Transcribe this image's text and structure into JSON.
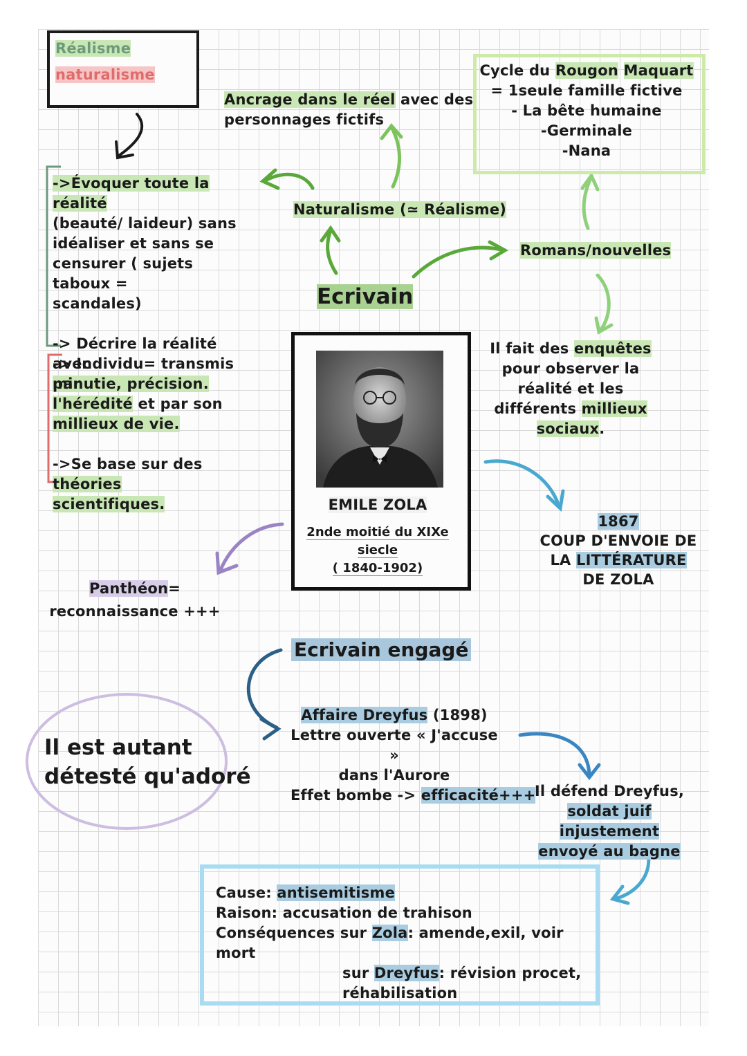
{
  "colors": {
    "green_highlight": "#c9e7b5",
    "blue_highlight": "#a9cce0",
    "red_highlight": "#f6c6c6",
    "green_arrow": "#5aa83a",
    "light_green_arrow": "#8fd07a",
    "blue_arrow": "#4aa8cf",
    "purple": "#9a84c4",
    "dark_blue": "#2c5f86"
  },
  "legend": {
    "realisme": "Réalisme",
    "naturalisme": "naturalisme"
  },
  "anchor": {
    "line1_hl": "Ancrage dans le réel",
    "line1_rest": " avec des",
    "line2": "personnages fictifs"
  },
  "naturalisme_label": "Naturalisme (≃ Réalisme)",
  "ecrivain": "Ecrivain",
  "romans": "Romans/nouvelles",
  "cycle": {
    "line1_a": "Cycle du ",
    "line1_hl": "Rougon",
    "line1_b": " ",
    "line1_hl2": "Maquart",
    "line2": "= 1seule famille fictive",
    "line3": "- La bête humaine",
    "line4": "-Germinale",
    "line5": "-Nana"
  },
  "left_top": {
    "l1_hl": "->Évoquer toute la réalité",
    "l2": "(beauté/ laideur) sans",
    "l3": "idéaliser et sans se",
    "l4": "censurer ( sujets taboux =",
    "l5": "scandales)",
    "l6": "-> Décrire la réalité avec",
    "l7_hl": "minutie, précision."
  },
  "left_mid": {
    "l1_a": "-> Individu= ",
    "l1_b": "transmis par",
    "l2_hl": "l'hérédité",
    "l2_b": " et par son",
    "l3_hl": "millieux de vie.",
    "l4_a": "->Se base sur des ",
    "l4_hl": "théories",
    "l5_hl": "scientifiques."
  },
  "portrait": {
    "name": "EMILE ZOLA",
    "sub1": "2nde moitié du XIXe",
    "sub2": "siecle",
    "sub3": "( 1840-1902)"
  },
  "enquetes": {
    "l1_a": "Il fait des ",
    "l1_hl": "enquêtes",
    "l2": "pour observer la",
    "l3": "réalité et les",
    "l4_a": "différents ",
    "l4_hl": "millieux",
    "l5_hl": "sociaux",
    "l5_b": "."
  },
  "year1867": {
    "year": "1867",
    "l1": "COUP D'ENVOIE DE",
    "l2_a": "LA ",
    "l2_hl": "LITTÉRATURE",
    "l3": "DE ZOLA"
  },
  "pantheon": {
    "l1_hl": "Panthéon",
    "l1_b": "=",
    "l2": "reconnaissance +++"
  },
  "engage": "Ecrivain engagé",
  "dreyfus": {
    "l1_hl": "Affaire Dreyfus",
    "l1_b": " (1898)",
    "l2": "Lettre ouverte « J'accuse »",
    "l3": "dans l'Aurore",
    "l4_a": "Effet bombe -> ",
    "l4_hl": "efficacité+++"
  },
  "oval": {
    "l1": "Il est autant",
    "l2": "détesté qu'adoré"
  },
  "defend": {
    "l1": "Il défend Dreyfus,",
    "l2_hl": "soldat juif injustement",
    "l3_hl": "envoyé au bagne"
  },
  "cause": {
    "l1_a": "Cause: ",
    "l1_hl": "antisemitisme",
    "l2": "Raison: accusation de trahison",
    "l3_a": "Conséquences sur ",
    "l3_hl": "Zola",
    "l3_b": ": amende,exil, voir mort",
    "l4_a": "sur ",
    "l4_hl": "Dreyfus",
    "l4_b": ": révision procet,",
    "l5": "réhabilisation"
  }
}
